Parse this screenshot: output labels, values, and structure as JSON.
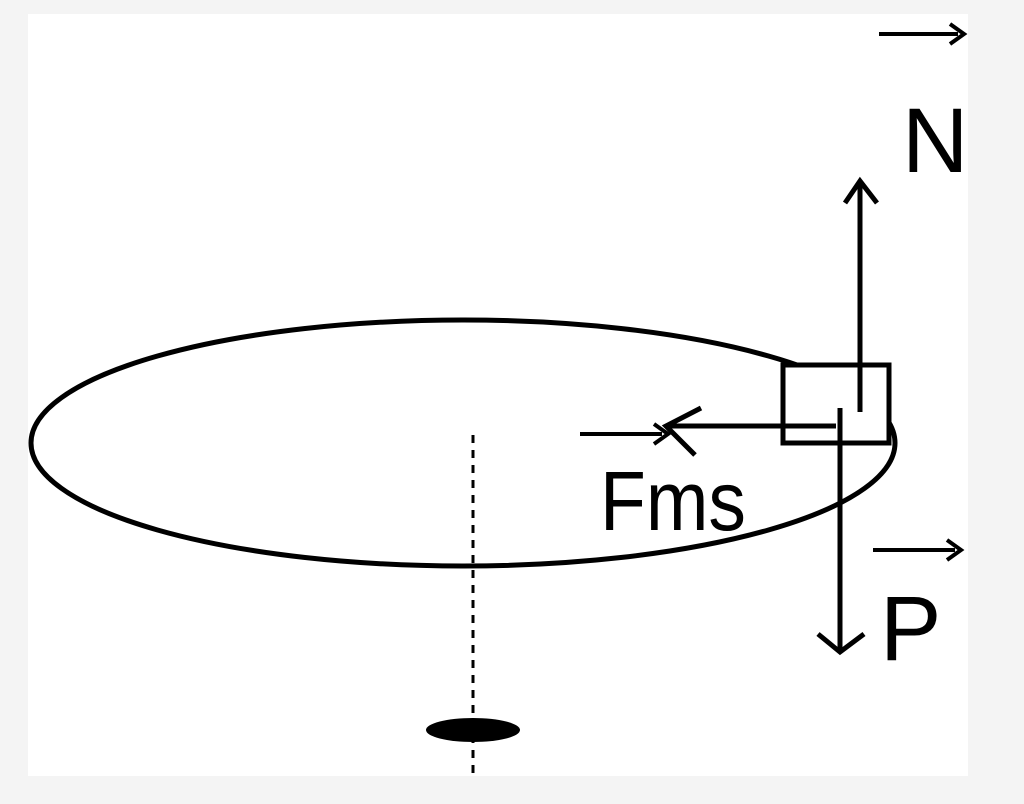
{
  "colors": {
    "page_background": "#f4f4f4",
    "panel_background": "#ffffff",
    "ink": "#000000"
  },
  "labels": {
    "normal_force": "N",
    "weight": "P",
    "friction": "Fms"
  }
}
